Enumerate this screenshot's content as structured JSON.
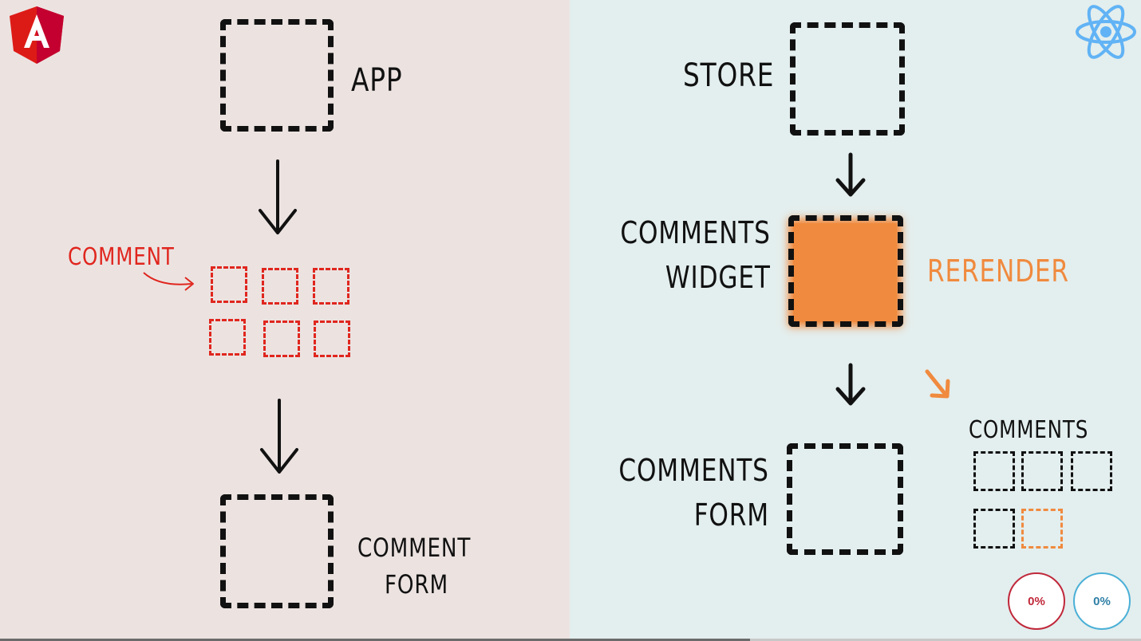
{
  "left": {
    "logo": "angular-logo",
    "app_label": "APP",
    "comment_label": "COMMENT",
    "comment_form_label_line1": "COMMENT",
    "comment_form_label_line2": "FORM"
  },
  "right": {
    "logo": "react-logo",
    "store_label": "STORE",
    "widget_label_line1": "COMMENTS",
    "widget_label_line2": "WIDGET",
    "rerender_label": "RERENDER",
    "form_label_line1": "COMMENTS",
    "form_label_line2": "FORM",
    "comments_label": "COMMENTS"
  },
  "indicators": {
    "left_percent": "0%",
    "right_percent": "0%"
  },
  "colors": {
    "angular_red": "#dd1b16",
    "accent_red": "#e0261e",
    "accent_orange": "#f08a3e",
    "react_blue": "#61b3f5",
    "indicator_red": "#c0283a",
    "indicator_blue": "#4bb0d6"
  }
}
